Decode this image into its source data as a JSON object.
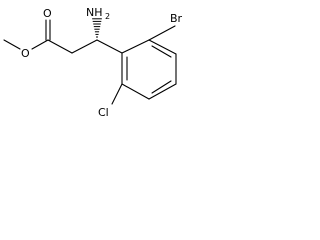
{
  "molecule": {
    "atom_labels": {
      "carbonyl_oxygen": "O",
      "ester_oxygen": "O",
      "amine": "NH",
      "amine_subscript": "2",
      "bromine": "Br",
      "chlorine": "Cl"
    },
    "colors": {
      "bond": "#000000",
      "label": "#000000",
      "background": "#ffffff"
    }
  }
}
